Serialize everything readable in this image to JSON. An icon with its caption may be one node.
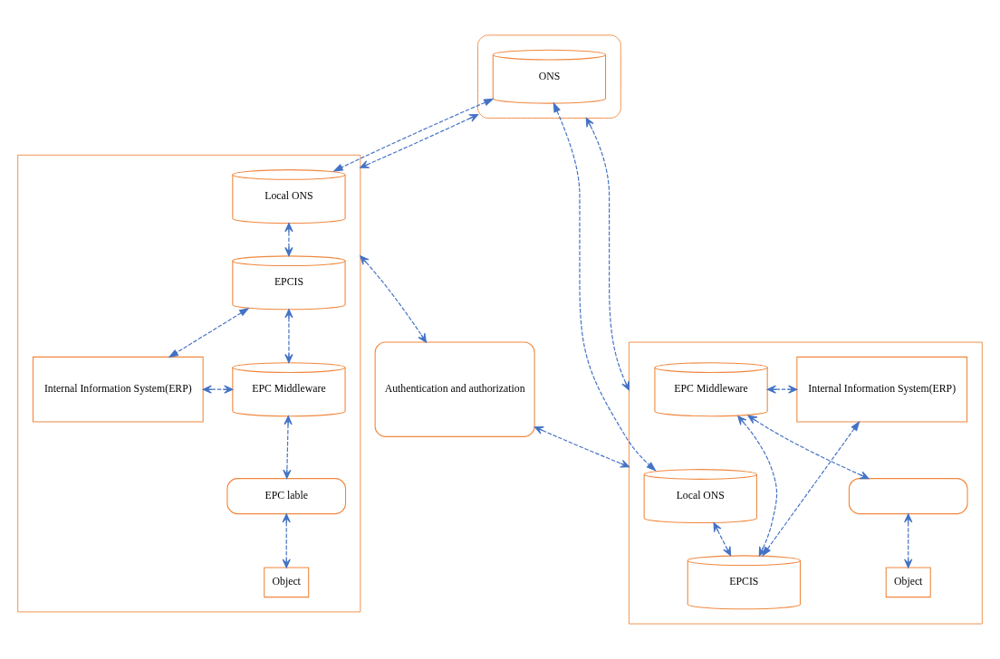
{
  "diagram": {
    "nodes": [
      {
        "text": [],
        "shape": "ellipse"
      },
      {
        "text": [
          "ONS"
        ],
        "in": 0
      },
      {
        "text": [],
        "shape": "box"
      },
      {
        "text": [
          "Local ONS"
        ],
        "in": 2
      },
      {
        "text": [
          "EPCIS"
        ],
        "in": 2
      },
      {
        "text": [
          "Internal Information System(ERP)"
        ],
        "in": 2
      },
      {
        "text": [
          "EPC Middleware"
        ],
        "in": 2
      },
      {
        "text": [
          "EPC lable"
        ],
        "in": 2
      },
      {
        "text": [
          "Object"
        ],
        "in": 2
      },
      {
        "text": [
          "Authentication and authorization"
        ]
      },
      {
        "text": [],
        "shape": "box"
      },
      {
        "text": [
          "Local ONS"
        ],
        "in": 10
      },
      {
        "text": [
          "EPCIS"
        ],
        "in": 10
      },
      {
        "text": [
          "Internal Information System(ERP)"
        ],
        "in": 10
      },
      {
        "text": [
          "EPC Middleware"
        ],
        "in": 10
      },
      {
        "text": [],
        "shape": "box",
        "in": 10
      },
      {
        "text": [
          "Object"
        ],
        "in": 10
      }
    ],
    "edges": [
      {
        "from": 1,
        "to": 3,
        "arrow": "both",
        "style": "dashed"
      },
      {
        "from": 1,
        "to": 11,
        "arrow": "both",
        "style": "dashed"
      },
      {
        "from": 0,
        "to": 2,
        "arrow": "both",
        "style": "dashed"
      },
      {
        "from": 0,
        "to": 10,
        "arrow": "both",
        "style": "dashed"
      },
      {
        "from": 3,
        "to": 4,
        "arrow": "both",
        "style": "dashed"
      },
      {
        "from": 11,
        "to": 12,
        "arrow": "both",
        "style": "dashed"
      },
      {
        "from": 4,
        "to": 5,
        "arrow": "both",
        "style": "dashed"
      },
      {
        "from": 12,
        "to": 13,
        "arrow": "both",
        "style": "dashed"
      },
      {
        "from": 4,
        "to": 6,
        "arrow": "both",
        "style": "dashed"
      },
      {
        "from": 5,
        "to": 6,
        "arrow": "both",
        "style": "dashed"
      },
      {
        "from": 6,
        "to": 7,
        "arrow": "both",
        "style": "dashed"
      },
      {
        "from": 7,
        "to": 8,
        "arrow": "both",
        "style": "dashed"
      },
      {
        "from": 12,
        "to": 14,
        "arrow": "both",
        "style": "dashed"
      },
      {
        "from": 14,
        "to": 13,
        "arrow": "both",
        "style": "dashed"
      },
      {
        "from": 14,
        "to": 15,
        "arrow": "both",
        "style": "dashed"
      },
      {
        "from": 15,
        "to": 16,
        "arrow": "both",
        "style": "dashed"
      },
      {
        "from": 2,
        "to": 9,
        "arrow": "both",
        "style": "dashed"
      },
      {
        "from": 9,
        "to": 10,
        "arrow": "both",
        "style": "dashed"
      }
    ]
  }
}
